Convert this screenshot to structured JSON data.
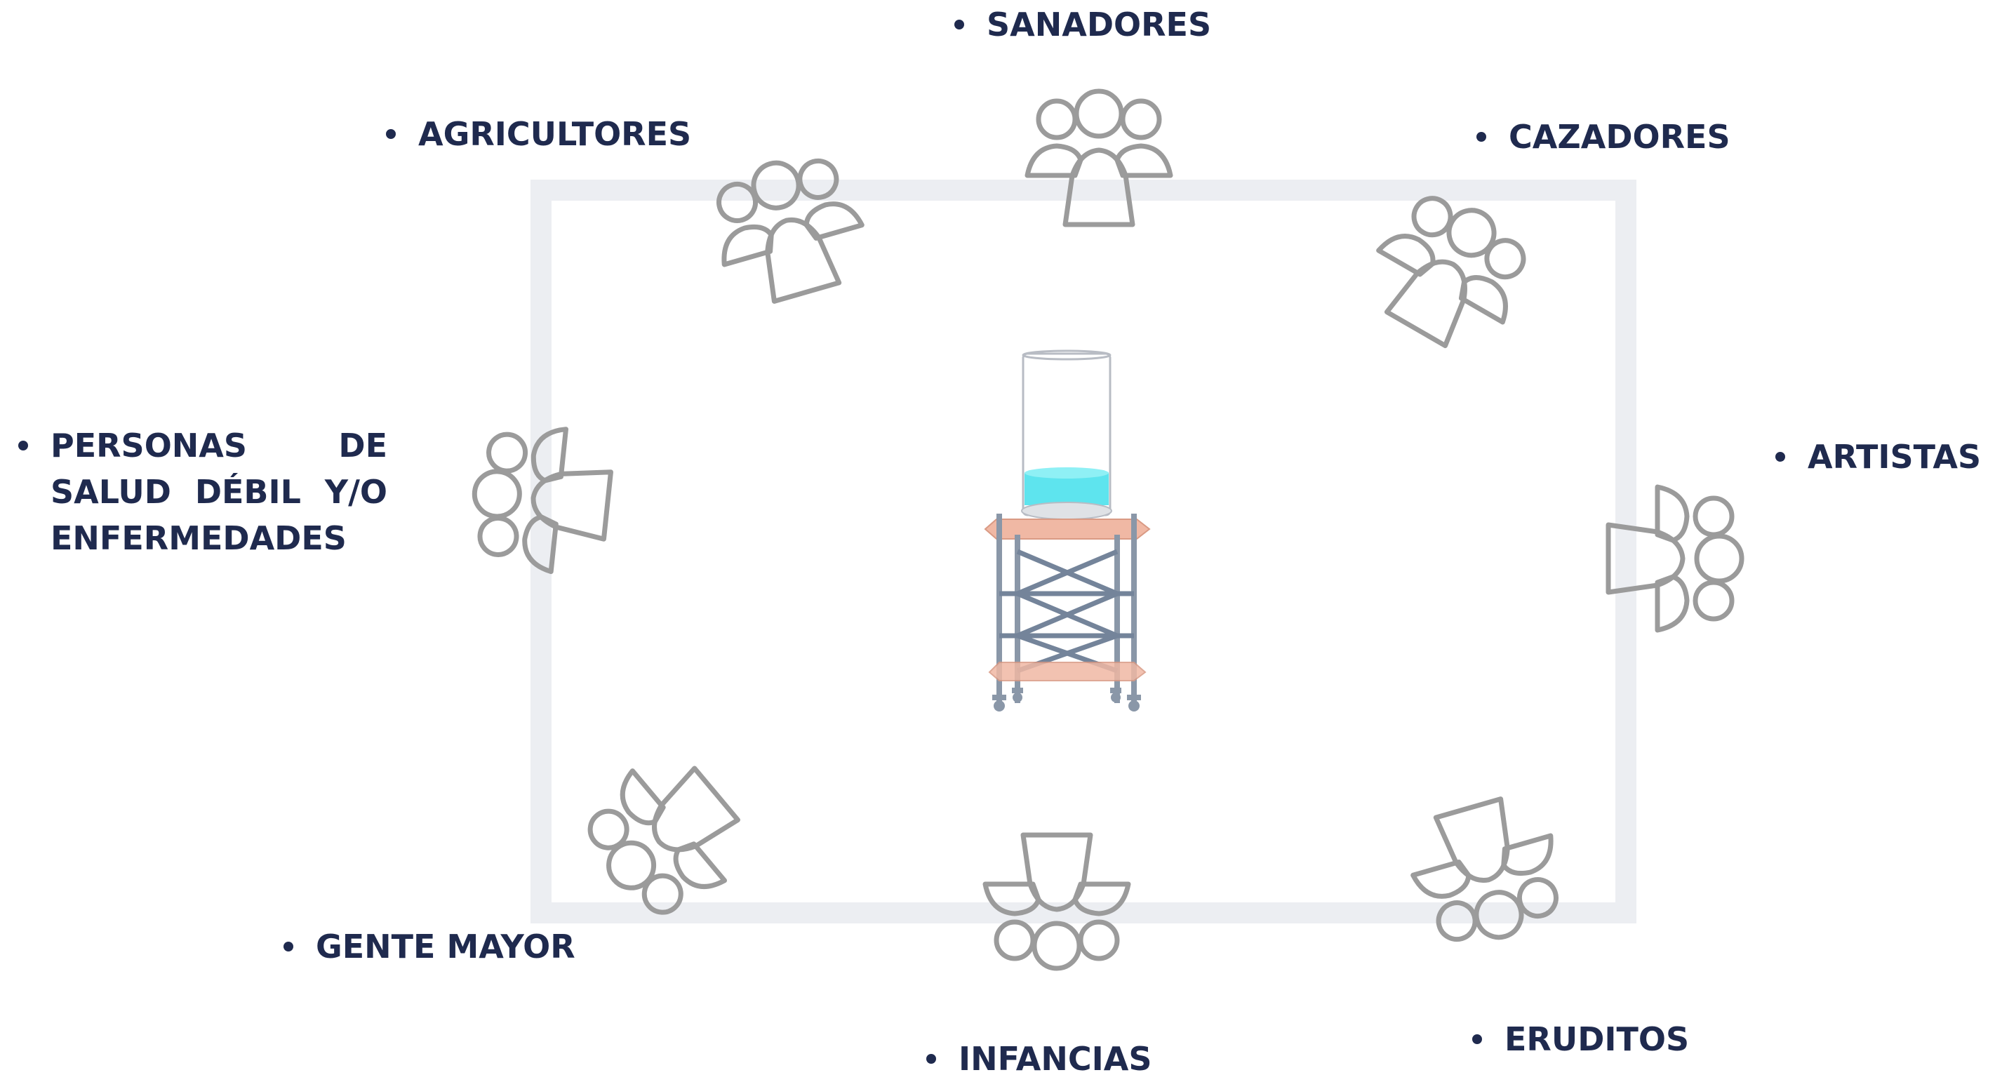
{
  "groups": [
    {
      "id": "sanadores",
      "label": "SANADORES"
    },
    {
      "id": "agricultores",
      "label": "AGRICULTORES"
    },
    {
      "id": "cazadores",
      "label": "CAZADORES"
    },
    {
      "id": "artistas",
      "label": "ARTISTAS"
    },
    {
      "id": "personas",
      "label": "PERSONAS DE SALUD DÉBIL Y/O ENFERMEDADES"
    },
    {
      "id": "gente-mayor",
      "label": "GENTE MAYOR"
    },
    {
      "id": "infancias",
      "label": "INFANCIAS"
    },
    {
      "id": "eruditos",
      "label": "ERUDITOS"
    }
  ],
  "colors": {
    "label_text": "#1f2a4e",
    "frame": "#eceef2",
    "people_icon_stroke": "#9b9b9b",
    "water": "#5ee4ee",
    "shelf": "#f0b8a4",
    "scaffold": "#8a97a8"
  },
  "icons": {
    "people": "people-group-icon",
    "center": "water-tank-tower-icon"
  }
}
